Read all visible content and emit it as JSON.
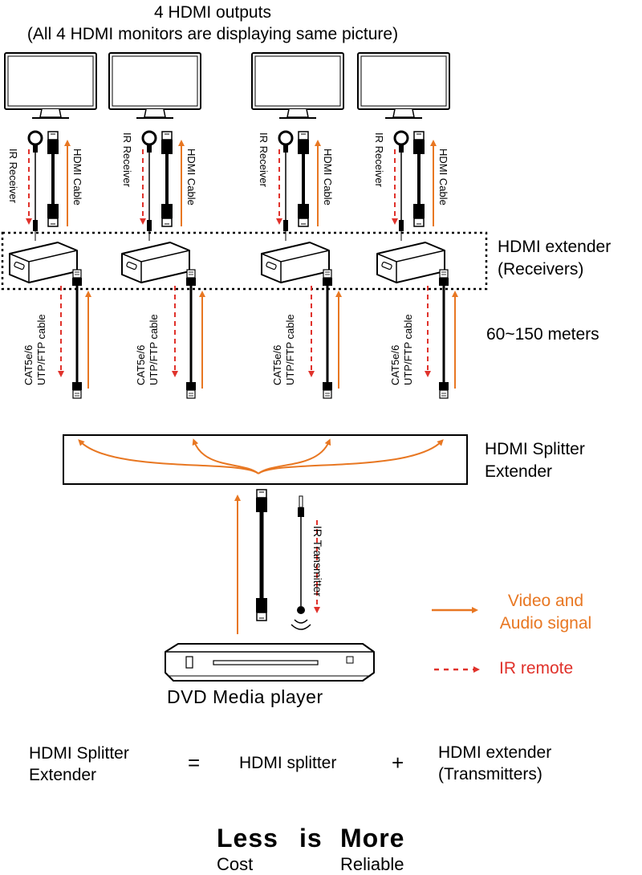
{
  "header": {
    "title": "4 HDMI outputs",
    "subtitle": "(All 4 HDMI monitors are displaying same picture)"
  },
  "labels": {
    "ir_receiver": "IR Receiver",
    "hdmi_cable": "HDMI Cable",
    "cat_line1": "CAT5e/6",
    "cat_line2": "UTP/FTP cable",
    "ir_transmitter": "IR Transmitter"
  },
  "receivers": {
    "line1": "HDMI extender",
    "line2": "(Receivers)"
  },
  "distance": "60~150 meters",
  "splitter": {
    "line1": "HDMI Splitter",
    "line2": "Extender"
  },
  "legend": {
    "video_line1": "Video and",
    "video_line2": "Audio signal",
    "ir": "IR remote",
    "video_color": "#e87722",
    "ir_color": "#e0322b"
  },
  "source": "DVD Media player",
  "equation": {
    "left_line1": "HDMI Splitter",
    "left_line2": "Extender",
    "equals": "=",
    "middle": "HDMI splitter",
    "plus": "+",
    "right_line1": "HDMI extender",
    "right_line2": "(Transmitters)"
  },
  "slogan": {
    "word1": "Less",
    "word2": "is",
    "word3": "More",
    "sub1": "Cost",
    "sub2": "Reliable"
  }
}
